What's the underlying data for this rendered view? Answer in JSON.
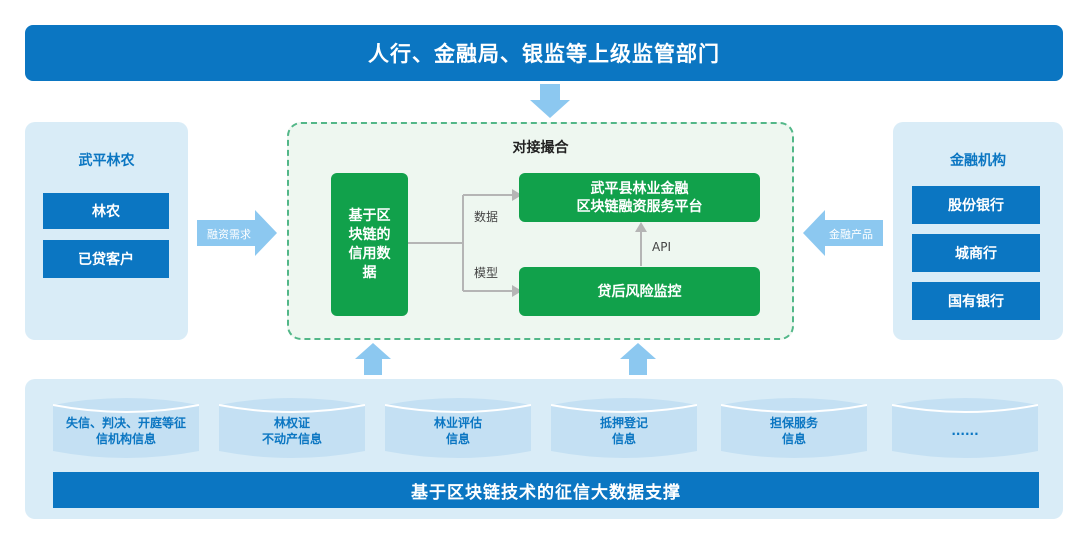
{
  "top_banner": "人行、金融局、银监等上级监管部门",
  "left_panel": {
    "title": "武平林农",
    "items": [
      "林农",
      "已贷客户"
    ]
  },
  "left_arrow_label": "融资需求",
  "center": {
    "title": "对接撮合",
    "credit_data_box": [
      "基于区",
      "块链的",
      "信用数",
      "据"
    ],
    "label_data": "数据",
    "label_model": "模型",
    "platform_box": [
      "武平县林业金融",
      "区块链融资服务平台"
    ],
    "api_label": "API",
    "risk_box": "贷后风险监控"
  },
  "right_arrow_label": "金融产品",
  "right_panel": {
    "title": "金融机构",
    "items": [
      "股份银行",
      "城商行",
      "国有银行"
    ]
  },
  "databases": [
    [
      "失信、判决、开庭等征",
      "信机构信息"
    ],
    [
      "林权证",
      "不动产信息"
    ],
    [
      "林业评估",
      "信息"
    ],
    [
      "抵押登记",
      "信息"
    ],
    [
      "担保服务",
      "信息"
    ],
    [
      "......"
    ]
  ],
  "bottom_banner": "基于区块链技术的征信大数据支撑",
  "colors": {
    "primary_blue": "#0b76c2",
    "light_blue_panel": "#d9ecf7",
    "arrow_blue": "#8cc8f0",
    "green": "#11a14b",
    "dashed_green": "#52b788"
  }
}
